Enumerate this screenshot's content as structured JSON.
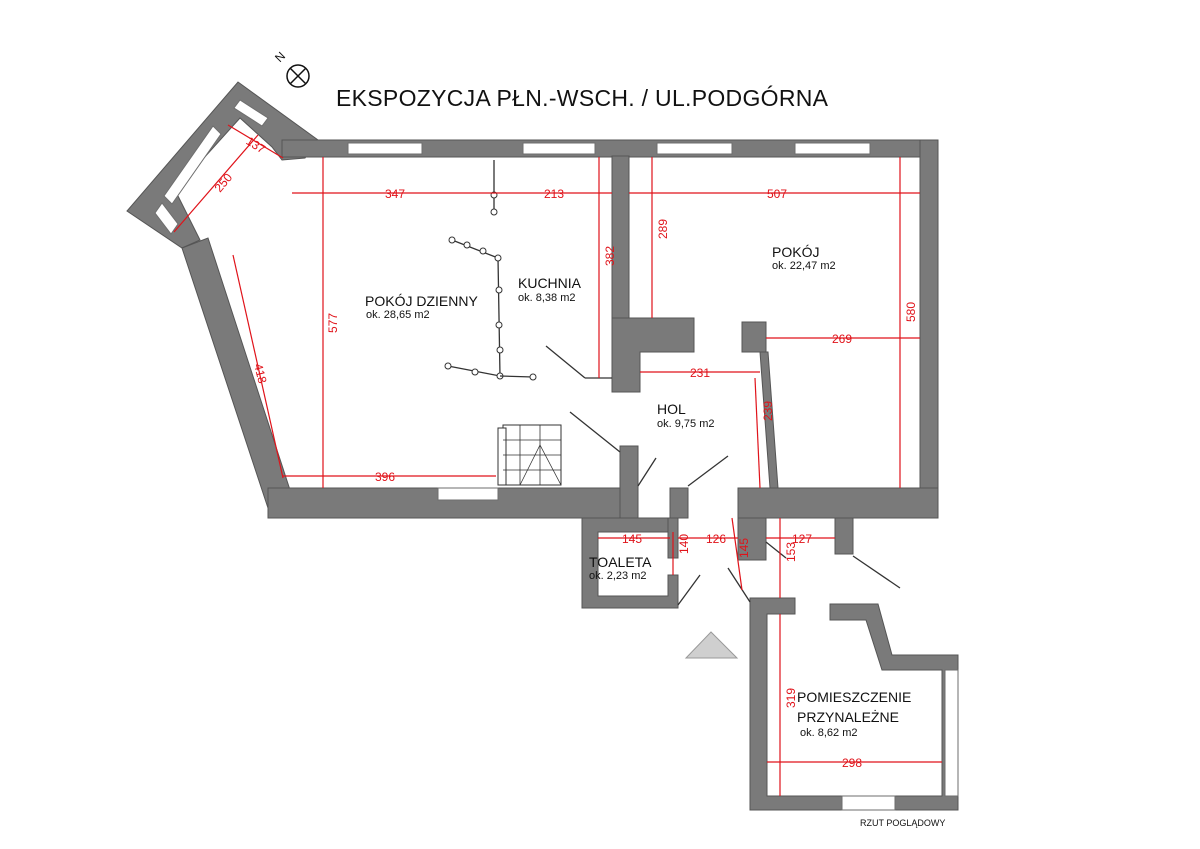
{
  "title": "EKSPOZYCJA PŁN.-WSCH. / UL.PODGÓRNA",
  "compass_label": "N",
  "caption": "RZUT POGLĄDOWY",
  "colors": {
    "wall": "#7a7a7a",
    "dimension": "#e0131a",
    "text": "#111111",
    "marker": "#cfcfcf"
  },
  "rooms": [
    {
      "name": "POKÓJ DZIENNY",
      "area": "ok. 28,65 m2"
    },
    {
      "name": "KUCHNIA",
      "area": "ok. 8,38 m2"
    },
    {
      "name": "POKÓJ",
      "area": "ok. 22,47 m2"
    },
    {
      "name": "HOL",
      "area": "ok. 9,75 m2"
    },
    {
      "name": "TOALETA",
      "area": "ok. 2,23 m2"
    },
    {
      "name_line1": "POMIESZCZENIE",
      "name_line2": "PRZYNALEŻNE",
      "area": "ok. 8,62 m2"
    }
  ],
  "dimensions": {
    "bay_137": "137",
    "bay_250": "250",
    "wall_418": "418",
    "living_347": "347",
    "kitchen_213": "213",
    "living_577": "577",
    "living_396": "396",
    "kitchen_382": "382",
    "room_289": "289",
    "room_507": "507",
    "room_580": "580",
    "room_269": "269",
    "hall_231": "231",
    "hall_239": "239",
    "wc_145": "145",
    "wc_140": "140",
    "hall_126": "126",
    "hall_145": "145",
    "annex_153": "153",
    "annex_127": "127",
    "annex_319": "319",
    "annex_298": "298"
  }
}
